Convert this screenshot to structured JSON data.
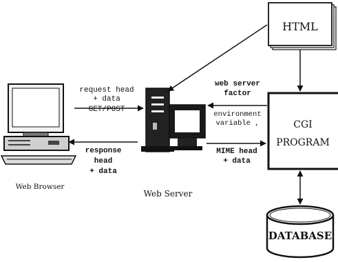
{
  "nodes": {
    "html": {
      "label": "HTML"
    },
    "cgi": {
      "label_line1": "CGI",
      "label_line2": "PROGRAM"
    },
    "database": {
      "label": "DATABASE"
    },
    "web_browser": {
      "label": "Web Browser"
    },
    "web_server": {
      "label": "Web Server"
    }
  },
  "edges": {
    "request": {
      "line1": "request head",
      "line2": "+ data",
      "line3": "GET/POST"
    },
    "response": {
      "line1": "response",
      "line2": "head",
      "line3": "+ data"
    },
    "factor": {
      "line1": "web server",
      "line2": "factor"
    },
    "environment": {
      "line1": "environment",
      "line2": "variable ,"
    },
    "mime": {
      "line1": "MIME head",
      "line2": "+ data"
    }
  }
}
